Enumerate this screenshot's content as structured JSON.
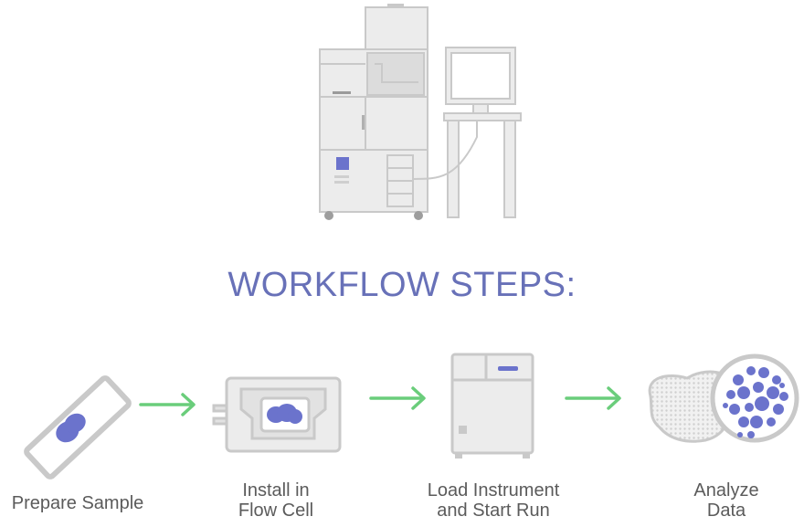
{
  "heading": "WORKFLOW STEPS:",
  "colors": {
    "accent_blue": "#6b73cc",
    "arrow_green": "#6acd7b",
    "device_fill": "#ececec",
    "device_stroke": "#c9c9c9",
    "label_text": "#5b5b5b"
  },
  "illustration": {
    "icon": "sequencer-instrument-with-workstation-icon"
  },
  "steps": [
    {
      "label": "Prepare Sample",
      "icon": "slide-sample-icon"
    },
    {
      "label": "Install in\nFlow Cell",
      "icon": "flow-cell-icon"
    },
    {
      "label": "Load Instrument\nand Start Run",
      "icon": "instrument-icon"
    },
    {
      "label": "Analyze\nData",
      "icon": "data-analysis-icon"
    }
  ]
}
